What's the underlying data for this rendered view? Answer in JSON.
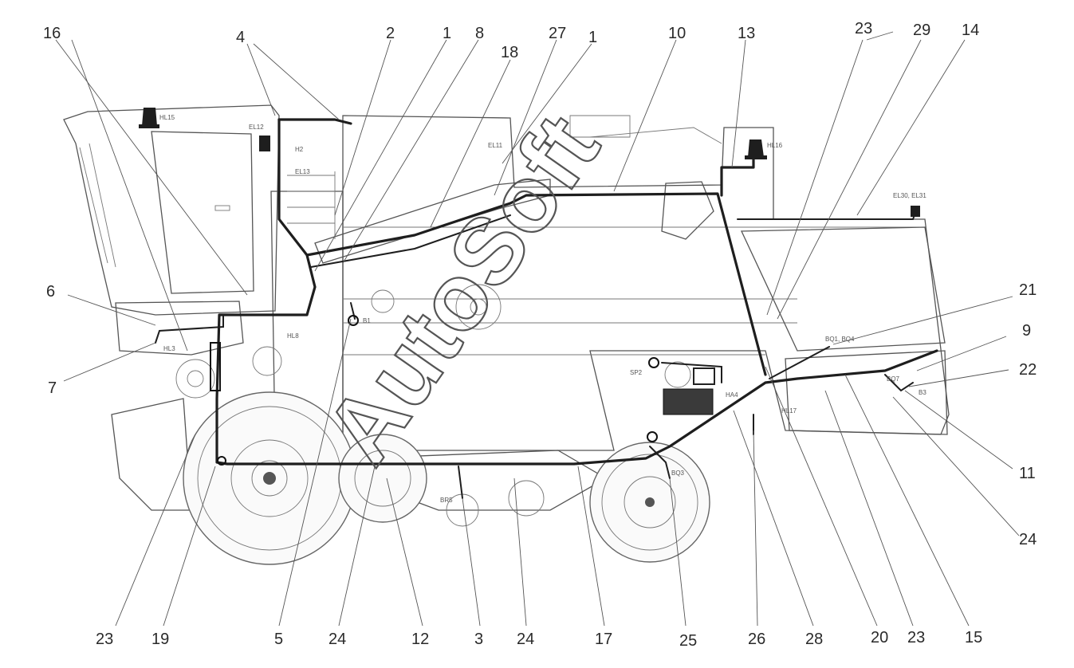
{
  "watermark": "AutoSoft",
  "callouts": [
    {
      "id": "16",
      "label": "16"
    },
    {
      "id": "4",
      "label": "4"
    },
    {
      "id": "2",
      "label": "2"
    },
    {
      "id": "1a",
      "label": "1"
    },
    {
      "id": "8",
      "label": "8"
    },
    {
      "id": "18",
      "label": "18"
    },
    {
      "id": "27",
      "label": "27"
    },
    {
      "id": "1b",
      "label": "1"
    },
    {
      "id": "10",
      "label": "10"
    },
    {
      "id": "13",
      "label": "13"
    },
    {
      "id": "23a",
      "label": "23"
    },
    {
      "id": "29",
      "label": "29"
    },
    {
      "id": "14",
      "label": "14"
    },
    {
      "id": "6",
      "label": "6"
    },
    {
      "id": "7",
      "label": "7"
    },
    {
      "id": "21",
      "label": "21"
    },
    {
      "id": "9",
      "label": "9"
    },
    {
      "id": "22",
      "label": "22"
    },
    {
      "id": "11",
      "label": "11"
    },
    {
      "id": "24c",
      "label": "24"
    },
    {
      "id": "23b",
      "label": "23"
    },
    {
      "id": "19",
      "label": "19"
    },
    {
      "id": "5",
      "label": "5"
    },
    {
      "id": "24a",
      "label": "24"
    },
    {
      "id": "12",
      "label": "12"
    },
    {
      "id": "3",
      "label": "3"
    },
    {
      "id": "24b",
      "label": "24"
    },
    {
      "id": "17",
      "label": "17"
    },
    {
      "id": "25",
      "label": "25"
    },
    {
      "id": "26",
      "label": "26"
    },
    {
      "id": "28",
      "label": "28"
    },
    {
      "id": "20",
      "label": "20"
    },
    {
      "id": "23c",
      "label": "23"
    },
    {
      "id": "15",
      "label": "15"
    }
  ],
  "component_labels": {
    "hl15": "HL15",
    "el12": "EL12",
    "h2": "H2",
    "el13": "EL13",
    "el11": "EL11",
    "hl16": "HL16",
    "el30_31": "EL30, EL31",
    "hl3": "HL3",
    "hl8": "HL8",
    "bq1_bq4": "BQ1, BQ4",
    "bq7": "BQ7",
    "b3": "B3",
    "hl17": "HL17",
    "ha4": "HA4",
    "br5": "BR5",
    "bq3": "BQ3",
    "sp2": "SP2",
    "b1": "B1"
  }
}
